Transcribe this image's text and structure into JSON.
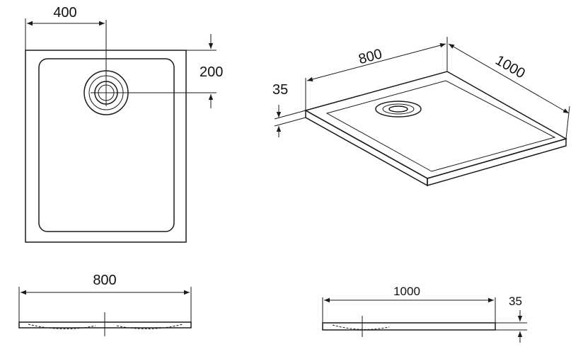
{
  "dimensions": {
    "drain_offset_x": "400",
    "drain_offset_y": "200",
    "iso_width": "800",
    "iso_length": "1000",
    "iso_height": "35",
    "front_width": "800",
    "side_length": "1000",
    "side_height": "35"
  },
  "colors": {
    "line": "#1a1a1a",
    "background": "#ffffff"
  }
}
